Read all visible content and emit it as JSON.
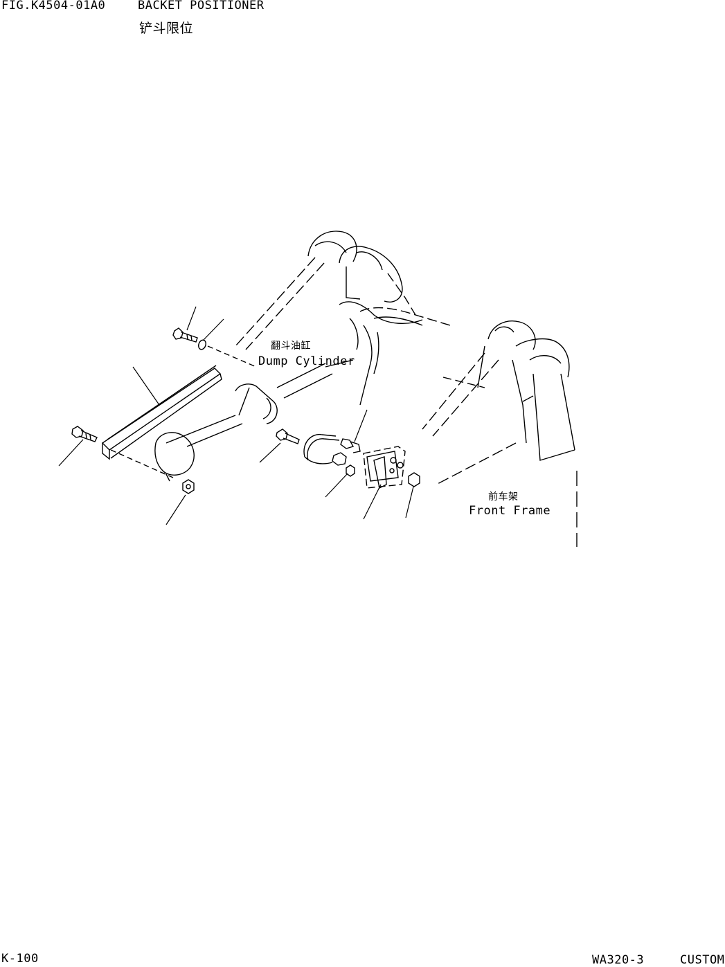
{
  "header": {
    "fig_number": "FIG.K4504-01A0",
    "title_en": "BACKET POSITIONER",
    "title_cn": "铲斗限位"
  },
  "callouts": {
    "dump_cylinder_cn": "翻斗油缸",
    "dump_cylinder_en": "Dump Cylinder",
    "front_frame_cn": "前车架",
    "front_frame_en": "Front Frame"
  },
  "footer": {
    "page": "K-100",
    "model": "WA320-3",
    "edition": "CUSTOM"
  }
}
